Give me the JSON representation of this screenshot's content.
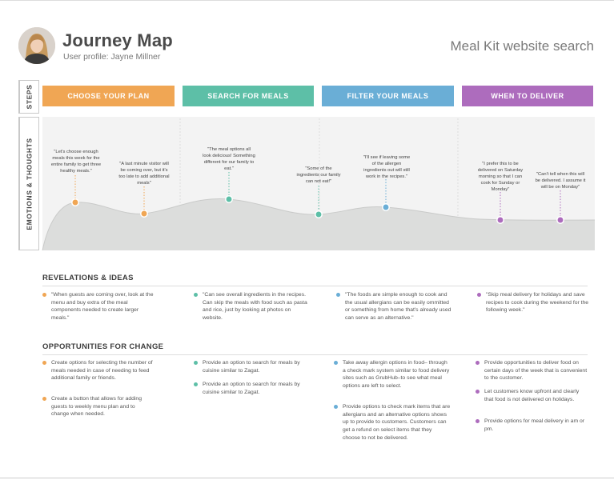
{
  "header": {
    "title": "Journey Map",
    "subtitle": "User profile: Jayne Millner",
    "right_title": "Meal Kit website search"
  },
  "side_labels": {
    "steps": "STEPS",
    "emotions": "EMOTIONS & THOUGHTS"
  },
  "colors": {
    "orange": "#f0a654",
    "teal": "#5dbfa7",
    "blue": "#6aaed6",
    "purple": "#ad6cbd"
  },
  "steps": [
    {
      "label": "CHOOSE YOUR PLAN",
      "color": "#f0a654"
    },
    {
      "label": "SEARCH FOR MEALS",
      "color": "#5dbfa7"
    },
    {
      "label": "FILTER YOUR MEALS",
      "color": "#6aaed6"
    },
    {
      "label": "WHEN TO DELIVER",
      "color": "#ad6cbd"
    }
  ],
  "thoughts": [
    {
      "text": "\"Let's choose enough meals this week for the entire family to get three healthy meals.\"",
      "color": "#f0a654"
    },
    {
      "text": "\"A last minute visitor will be coming over, but it's too late to add additional meals\"",
      "color": "#f0a654"
    },
    {
      "text": "\"The meal options all look delicious! Something different for our family to eat.\"",
      "color": "#5dbfa7"
    },
    {
      "text": "\"Some of the ingredients our family can not eat!\"",
      "color": "#5dbfa7"
    },
    {
      "text": "\"I'll see if leaving some of the allergen ingredients out will still work in the recipes.\"",
      "color": "#6aaed6"
    },
    {
      "text": "\"I prefer this to be delivered on Saturday morning so that I can cook for Sunday or Monday\"",
      "color": "#ad6cbd"
    },
    {
      "text": "\"Can't tell when this will be delivered. I assume it will be on Monday\"",
      "color": "#ad6cbd"
    }
  ],
  "revelations": {
    "heading": "REVELATIONS & IDEAS",
    "items": [
      {
        "text": "\"When guests are coming over, look at the menu and buy extra of the meal components needed to create larger meals.\"",
        "color": "#f0a654"
      },
      {
        "text": "\"Can see overall ingredients in the recipes. Can skip the meals with food such as pasta and rice, just by looking at photos on website.",
        "color": "#5dbfa7"
      },
      {
        "text": "\"The foods are simple enough to cook and the usual allergians can be easily ommitted or something from home that's already used can serve as an alternative.\"",
        "color": "#6aaed6"
      },
      {
        "text": "\"Skip meal delivery for holidays and save recipes to cook during the weekend for the following week.\"",
        "color": "#ad6cbd"
      }
    ]
  },
  "opportunities": {
    "heading": "OPPORTUNITIES FOR CHANGE",
    "columns": [
      {
        "color": "#f0a654",
        "items": [
          "Create options for selecting the number of meals needed in case of needing to feed additional family or friends.",
          "Create a button that allows for adding guests to weekly menu plan and to change when needed."
        ]
      },
      {
        "color": "#5dbfa7",
        "items": [
          "Provide an option to search for meals by cuisine similar to Zagat.",
          "Provide an option to search for meals by cuisine similar to Zagat."
        ]
      },
      {
        "color": "#6aaed6",
        "items": [
          "Take away allergin options in food– through a check mark system similar to food delivery sites such as GrubHub–to see what meal options are left to select.",
          "Provide options to check mark items that are allergians and an alternative options shows up to provide to customers. Customers can get a refund on select items that they choose to not be delivered."
        ]
      },
      {
        "color": "#ad6cbd",
        "items": [
          "Provide opportunities to deliver food on certain days of the week that is convenient to the customer.",
          "Let customers know upfront and clearly that food is not delivered on holidays.",
          "Provide options for meal delivery in am or pm."
        ]
      }
    ]
  }
}
